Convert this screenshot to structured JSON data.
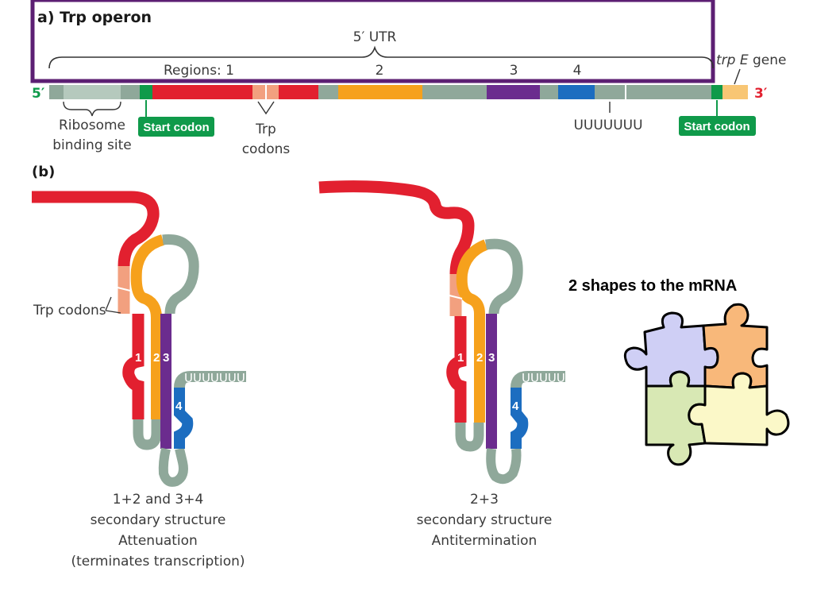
{
  "panel_a": {
    "title": "a)  Trp operon",
    "utr_label": "5′ UTR",
    "regions_label": "Regions: 1",
    "region2": "2",
    "region3": "3",
    "region4": "4",
    "trpE_italic": "trp E",
    "trpE_gene": " gene",
    "five_prime": "5′",
    "three_prime": "3′",
    "rbs_line1": "Ribosome",
    "rbs_line2": "binding site",
    "start_codon_left": "Start codon",
    "start_codon_right": "Start codon",
    "trp_codons_line1": "Trp",
    "trp_codons_line2": "codons",
    "polyU": "UUUUUUU"
  },
  "panel_b": {
    "title": "(b)",
    "left": {
      "trp_codons": "Trp codons",
      "n1": "1",
      "n2": "2",
      "n3": "3",
      "n4": "4",
      "polyU": "UUUUUUU",
      "caption_line1": "1+2 and 3+4",
      "caption_line2": "secondary structure",
      "caption_line3": "Attenuation",
      "caption_line4": "(terminates transcription)"
    },
    "right": {
      "n1": "1",
      "n2": "2",
      "n3": "3",
      "n4": "4",
      "polyU": "UUUUU",
      "caption_line1": "2+3",
      "caption_line2": "secondary structure",
      "caption_line3": "Antitermination"
    }
  },
  "puzzle": {
    "title": "2 shapes to the mRNA",
    "piece_colors": [
      "#cfcff5",
      "#f8b87a",
      "#d8e8b4",
      "#fbf8c8"
    ]
  },
  "colors": {
    "frame": "#5c1f73",
    "region1": "#e2202f",
    "region2": "#f6a11c",
    "region3": "#6b2c8e",
    "region4": "#1c6dc0",
    "grey": "#8fa89a",
    "light_grey": "#b5c9bd",
    "start_green": "#0f9a4a",
    "trp_pink": "#f2a07f",
    "trpE": "#f8c674"
  }
}
